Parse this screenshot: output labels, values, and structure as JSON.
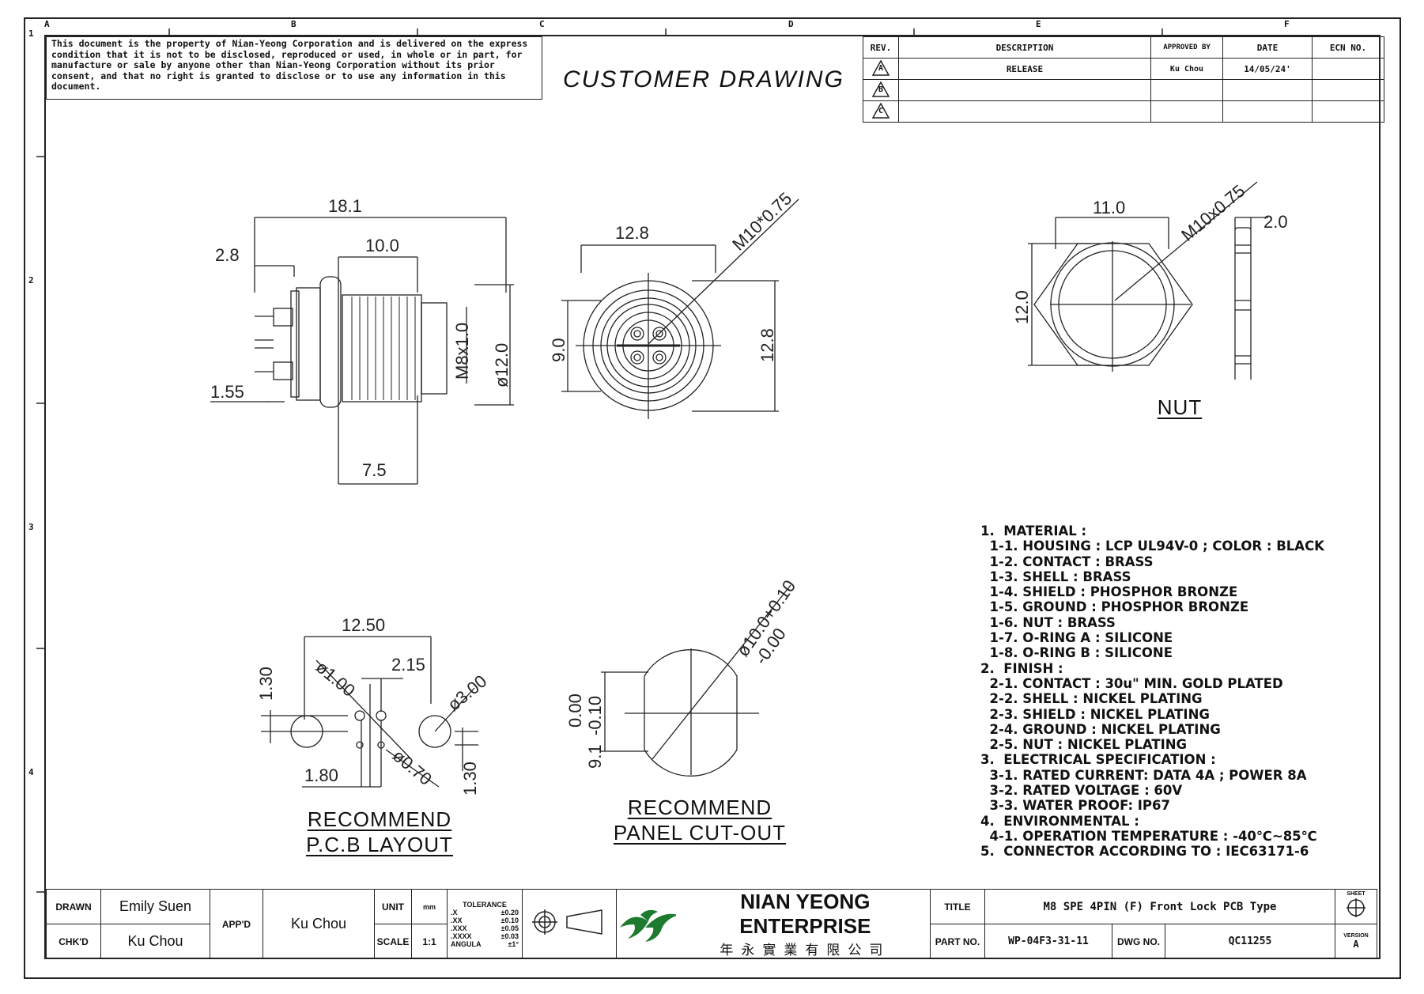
{
  "zones_top": [
    "A",
    "B",
    "C",
    "D",
    "E",
    "F"
  ],
  "zones_left": [
    "1",
    "2",
    "3",
    "4"
  ],
  "notice_text": "This document is the property of Nian-Yeong Corporation and is delivered on the express condition that it is not to be disclosed, reproduced or used, in whole or in part, for manufacture or sale by anyone other than Nian-Yeong Corporation without its prior consent, and that no right is granted to disclose or to use any information in this document.",
  "drawing_title": "CUSTOMER DRAWING",
  "revision_table": {
    "headers": [
      "REV.",
      "DESCRIPTION",
      "APPROVED BY",
      "DATE",
      "ECN NO."
    ],
    "rows": [
      {
        "rev": "A",
        "description": "RELEASE",
        "approved_by": "Ku Chou",
        "date": "14/05/24'",
        "ecn": ""
      },
      {
        "rev": "B",
        "description": "",
        "approved_by": "",
        "date": "",
        "ecn": ""
      },
      {
        "rev": "C",
        "description": "",
        "approved_by": "",
        "date": "",
        "ecn": ""
      }
    ]
  },
  "side_view": {
    "d_18_1": "18.1",
    "d_2_8": "2.8",
    "d_10_0": "10.0",
    "d_m8": "M8x1.0",
    "d_dia12": "ø12.0",
    "d_1_55": "1.55",
    "d_7_5": "7.5"
  },
  "front_view": {
    "d_12_8_w": "12.8",
    "d_thread": "M10*0.75",
    "d_9_0": "9.0",
    "d_12_8_h": "12.8"
  },
  "nut_view": {
    "d_11_0": "11.0",
    "d_thread": "M10x0.75",
    "d_2_0": "2.0",
    "d_12_0": "12.0",
    "label": "NUT"
  },
  "pcb_layout": {
    "d_12_50": "12.50",
    "d_1_30_top": "1.30",
    "d_dia1": "ø1.00",
    "d_2_15": "2.15",
    "d_dia3": "ø3.00",
    "d_1_80": "1.80",
    "d_dia07": "ø0.70",
    "d_1_30_right": "1.30",
    "label_line1": "RECOMMEND",
    "label_line2": "P.C.B LAYOUT"
  },
  "panel_cutout": {
    "d_dia10": "ø10.0+0.10",
    "d_dia10_tol": "-0.00",
    "d_9_1": "9.1",
    "d_9_1_tol_top": "0.00",
    "d_9_1_tol_bot": "-0.10",
    "label_line1": "RECOMMEND",
    "label_line2": "PANEL CUT-OUT"
  },
  "notes": [
    "1.  MATERIAL :",
    "  1-1. HOUSING : LCP UL94V-0 ; COLOR : BLACK",
    "  1-2. CONTACT : BRASS",
    "  1-3. SHELL : BRASS",
    "  1-4. SHIELD : PHOSPHOR BRONZE",
    "  1-5. GROUND : PHOSPHOR BRONZE",
    "  1-6. NUT : BRASS",
    "  1-7. O-RING A : SILICONE",
    "  1-8. O-RING B : SILICONE",
    "2.  FINISH :",
    "  2-1. CONTACT : 30u\" MIN. GOLD PLATED",
    "  2-2. SHELL : NICKEL PLATING",
    "  2-3. SHIELD : NICKEL PLATING",
    "  2-4. GROUND : NICKEL PLATING",
    "  2-5. NUT : NICKEL PLATING",
    "3.  ELECTRICAL SPECIFICATION :",
    "  3-1. RATED CURRENT: DATA 4A ; POWER 8A",
    "  3-2. RATED VOLTAGE : 60V",
    "  3-3. WATER PROOF: IP67",
    "4.  ENVIRONMENTAL :",
    "  4-1. OPERATION TEMPERATURE : -40℃~85℃",
    "5.  CONNECTOR ACCORDING TO : IEC63171-6"
  ],
  "title_block": {
    "drawn_label": "DRAWN",
    "drawn_value": "Emily Suen",
    "chkd_label": "CHK'D",
    "chkd_value": "Ku Chou",
    "appd_label": "APP'D",
    "appd_value": "Ku Chou",
    "unit_label": "UNIT",
    "unit_value": "mm",
    "scale_label": "SCALE",
    "scale_value": "1:1",
    "tolerance_label": "TOLERANCE",
    "tolerance_rows": [
      {
        "k": ".X",
        "v": "±0.20"
      },
      {
        "k": ".XX",
        "v": "±0.10"
      },
      {
        "k": ".XXX",
        "v": "±0.05"
      },
      {
        "k": ".XXXX",
        "v": "±0.03"
      },
      {
        "k": "ANGULA",
        "v": "±1°"
      }
    ],
    "company_en": "NIAN YEONG ENTERPRISE",
    "company_cn": "年永實業有限公司",
    "title_label": "TITLE",
    "title_value": "M8 SPE 4PIN (F) Front Lock PCB Type",
    "part_label": "PART NO.",
    "part_value": "WP-04F3-31-11",
    "dwg_label": "DWG NO.",
    "dwg_value": "QC11255",
    "sheet_label": "SHEET",
    "version_label": "VERSION",
    "version_value": "A"
  }
}
